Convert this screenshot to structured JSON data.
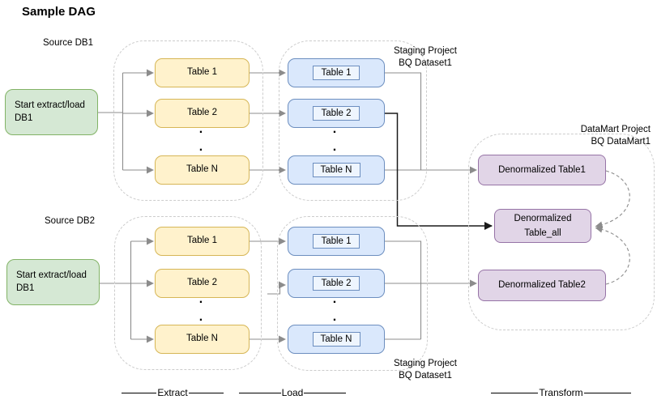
{
  "title": "Sample DAG",
  "dot": ".",
  "colors": {
    "start_fill": "#d5e8d4",
    "start_stroke": "#82b366",
    "extract_fill": "#fff2cc",
    "extract_stroke": "#d6b656",
    "load_fill": "#dae8fc",
    "load_stroke": "#6c8ebf",
    "mart_fill": "#e1d5e7",
    "mart_stroke": "#9673a6",
    "connector": "#8c8c8c",
    "connector_dark": "#1a1a1a",
    "container_stroke": "#cccccc"
  },
  "pipelines": [
    {
      "source_label": "Source DB1",
      "start_label": "Start extract/load\nDB1",
      "extract_tables": [
        "Table 1",
        "Table 2",
        "Table N"
      ],
      "load_tables": [
        "Table 1",
        "Table 2",
        "Table N"
      ],
      "staging_label": "Staging Project\nBQ Dataset1"
    },
    {
      "source_label": "Source DB2",
      "start_label": "Start extract/load\nDB1",
      "extract_tables": [
        "Table 1",
        "Table 2",
        "Table N"
      ],
      "load_tables": [
        "Table 1",
        "Table 2",
        "Table N"
      ],
      "staging_label": "Staging Project\nBQ Dataset1"
    }
  ],
  "datamart": {
    "label": "DataMart Project\nBQ DataMart1",
    "tables": [
      "Denormalized Table1",
      "Denormalized\nTable_all",
      "Denormalized Table2"
    ]
  },
  "stage_labels": [
    "Extract",
    "Load",
    "Transform"
  ]
}
